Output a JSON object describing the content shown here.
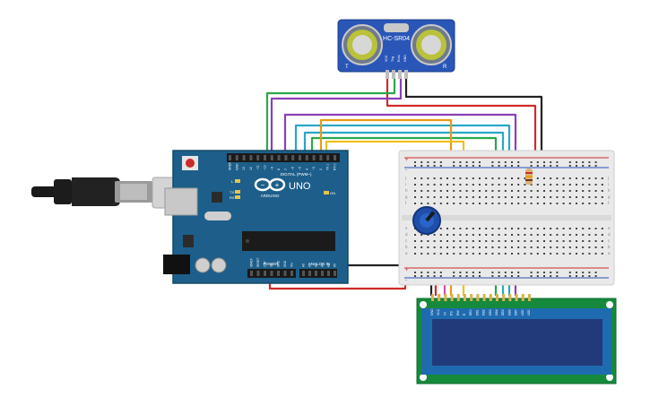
{
  "sensor": {
    "label": "HC-SR04",
    "transmitter_mark": "T",
    "receiver_mark": "R",
    "pins": [
      "VCC",
      "Trig",
      "Echo",
      "GND"
    ]
  },
  "arduino": {
    "model": "UNO",
    "brand": "ARDUINO",
    "digital_label": "DIGITAL (PWM~)",
    "power_label": "POWER",
    "analog_label": "ANALOG IN",
    "on_label": "ON",
    "l_label": "L",
    "tx_label": "TX",
    "rx_label": "RX",
    "digital_pins": [
      "AREF",
      "GND",
      "13",
      "12",
      "~11",
      "~10",
      "~9",
      "8",
      "7",
      "~6",
      "~5",
      "4",
      "~3",
      "2",
      "TX 1",
      "RX 0"
    ],
    "power_pins": [
      "IOREF",
      "RESET",
      "3.3V",
      "5V",
      "GND",
      "GND",
      "Vin"
    ],
    "analog_pins": [
      "A0",
      "A1",
      "A2",
      "A3",
      "A4",
      "A5"
    ]
  },
  "breadboard": {
    "rows_top": [
      "j",
      "i",
      "h",
      "g",
      "f"
    ],
    "rows_bottom": [
      "e",
      "d",
      "c",
      "b",
      "a"
    ],
    "plus_sign": "+",
    "minus_sign": "-"
  },
  "lcd": {
    "pins": [
      "GND",
      "VCC",
      "V0",
      "RS",
      "RW",
      "E",
      "DB0",
      "DB1",
      "DB2",
      "DB3",
      "DB4",
      "DB5",
      "DB6",
      "DB7",
      "LED",
      "LED"
    ]
  },
  "colors": {
    "board": "#1d5f8a",
    "sensor": "#2a56b8",
    "breadboard": "#e9e9e9",
    "lcd_pcb": "#168a3c",
    "lcd_screen": "#233a7a",
    "potentiometer": "#1f4fa8",
    "wires": [
      "#2aa84a",
      "#8b3fb8",
      "#d02a2a",
      "#e89a12",
      "#28a7c8",
      "#f0c020",
      "#222222",
      "#d84cb4"
    ]
  }
}
